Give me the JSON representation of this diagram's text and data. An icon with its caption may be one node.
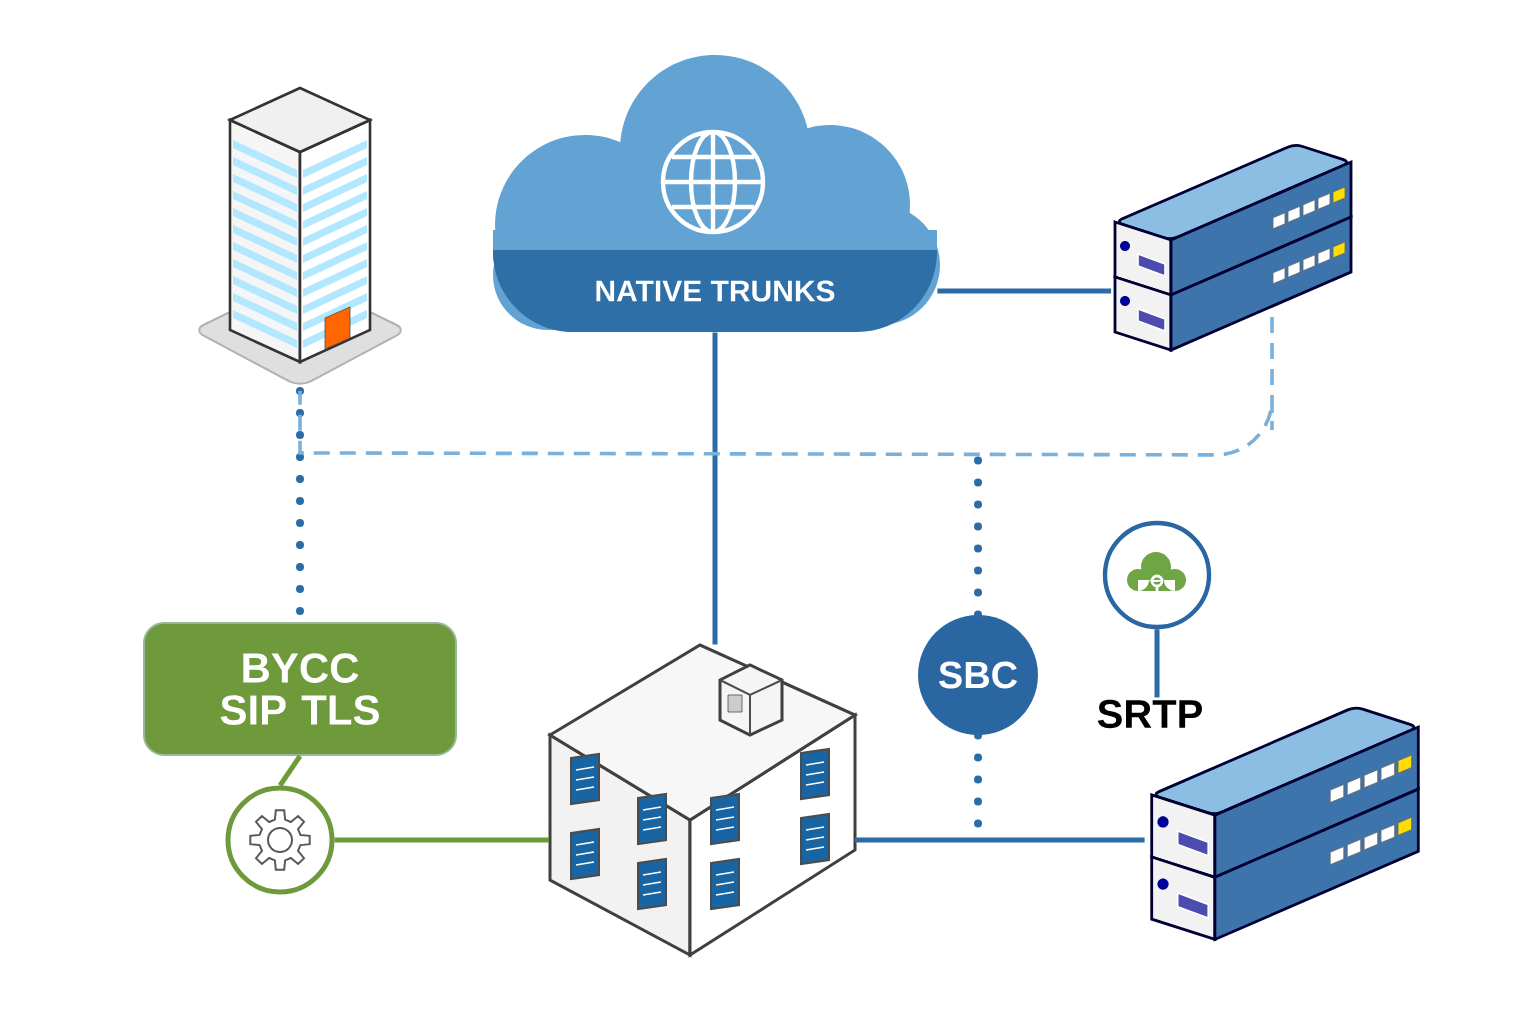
{
  "diagram": {
    "nodes": [
      {
        "text": [],
        "shape": "picture"
      },
      {
        "text": [
          "NATIVE TRUNKS"
        ]
      },
      {
        "text": [],
        "shape": "picture"
      },
      {
        "text": [
          "BYCC SIP TLS"
        ]
      },
      {
        "text": [],
        "shape": "circle"
      },
      {
        "text": [],
        "shape": "picture"
      },
      {
        "text": [
          "SBC"
        ]
      },
      {
        "text": [],
        "shape": "circle"
      },
      {
        "text": [],
        "shape": "picture"
      },
      {
        "text": [
          "SRTP"
        ]
      }
    ],
    "edges": [
      {
        "from": 1,
        "to": 2,
        "arrow": "none"
      },
      {
        "from": 1,
        "to": 5,
        "arrow": "none"
      },
      {
        "from": 0,
        "to": 3,
        "arrow": "none",
        "style": "dashed"
      },
      {
        "from": 2,
        "to": 0,
        "arrow": "none",
        "style": "dashed",
        "color": "#7ab0da"
      },
      {
        "from": 6,
        "to": null,
        "arrow": "none",
        "style": "dashed"
      },
      {
        "from": 6,
        "to": null,
        "arrow": "none",
        "style": "dashed"
      },
      {
        "from": 3,
        "to": 4,
        "arrow": "none",
        "color": "#6d9b3a"
      },
      {
        "from": 4,
        "to": 5,
        "arrow": "none",
        "color": "#6d9b3a"
      },
      {
        "from": 5,
        "to": 8,
        "arrow": "none"
      },
      {
        "from": 7,
        "to": 9,
        "arrow": "none"
      }
    ]
  }
}
